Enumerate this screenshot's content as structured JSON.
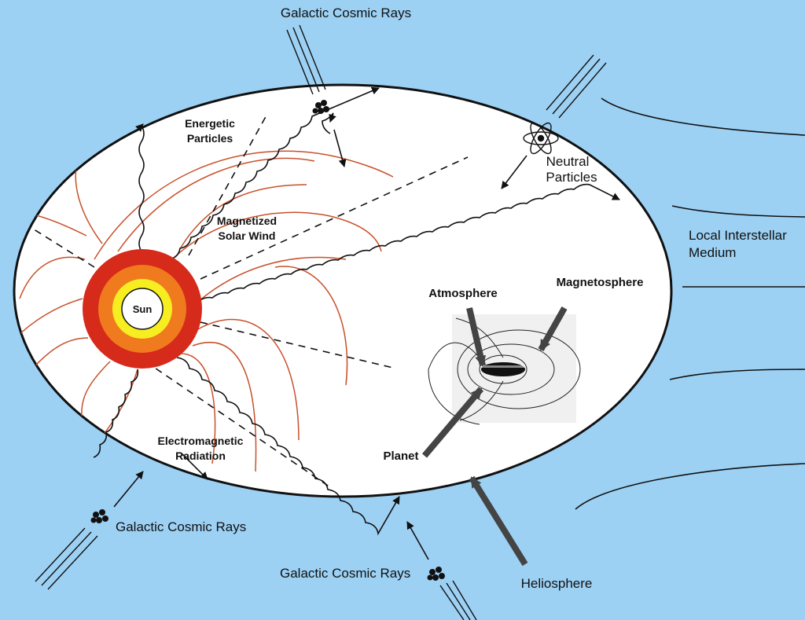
{
  "colors": {
    "background": "#9dd1f4",
    "heliosphere_fill": "#ffffff",
    "sun_outer": "#d62a1a",
    "sun_middle": "#f07a1e",
    "sun_inner": "#f7ee22",
    "field_lines": "#c8502a",
    "pointer_arrows": "#444444"
  },
  "labels": {
    "gcr_top": "Galactic Cosmic Rays",
    "gcr_bottom_left": "Galactic Cosmic Rays",
    "gcr_bottom_center": "Galactic Cosmic Rays",
    "energetic_1": "Energetic",
    "energetic_2": "Particles",
    "solar_wind_1": "Magnetized",
    "solar_wind_2": "Solar Wind",
    "neutral_1": "Neutral",
    "neutral_2": "Particles",
    "lism_1": "Local Interstellar",
    "lism_2": "Medium",
    "sun": "Sun",
    "atmosphere": "Atmosphere",
    "magnetosphere": "Magnetosphere",
    "planet": "Planet",
    "em_1": "Electromagnetic",
    "em_2": "Radiation",
    "heliosphere": "Heliosphere"
  },
  "icons": [
    "cosmic-ray-cluster-icon",
    "atom-icon",
    "planet-magnetosphere-icon"
  ]
}
